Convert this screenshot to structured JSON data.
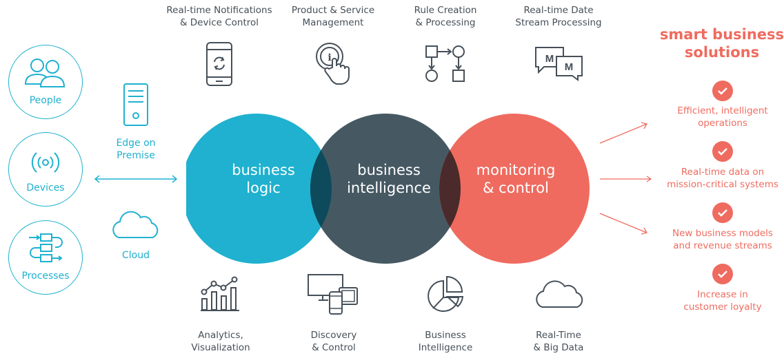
{
  "top_captions": [
    "Real-time Notifications\n& Device Control",
    "Product & Service\nManagement",
    "Rule Creation\n& Processing",
    "Real-time Date\nStream Processing"
  ],
  "bottom_captions": [
    "Analytics,\nVisualization",
    "Discovery\n& Control",
    "Business\nIntelligence",
    "Real-Time\n& Big Data"
  ],
  "left": {
    "people": "People",
    "devices": "Devices",
    "processes": "Processes",
    "edge": "Edge on\nPremise",
    "cloud": "Cloud"
  },
  "venn": {
    "logic": "business\nlogic",
    "intelligence": "business\nintelligence",
    "monitoring": "monitoring\n& control"
  },
  "solutions": {
    "title": "smart business\nsolutions",
    "items": [
      "Efficient, intelligent\noperations",
      "Real-time data on\nmission-critical systems",
      "New business models\nand revenue streams",
      "Increase in\ncustomer loyalty"
    ]
  },
  "colors": {
    "blue": "#1fb1cf",
    "slate": "#465963",
    "coral": "#ef6b5f",
    "text": "#454f58"
  },
  "icons": [
    "phone-sync-icon",
    "touch-info-icon",
    "flowchart-icon",
    "chat-bubbles-icon",
    "analytics-icon",
    "devices-icon",
    "pie-chart-icon",
    "cloud-icon"
  ]
}
